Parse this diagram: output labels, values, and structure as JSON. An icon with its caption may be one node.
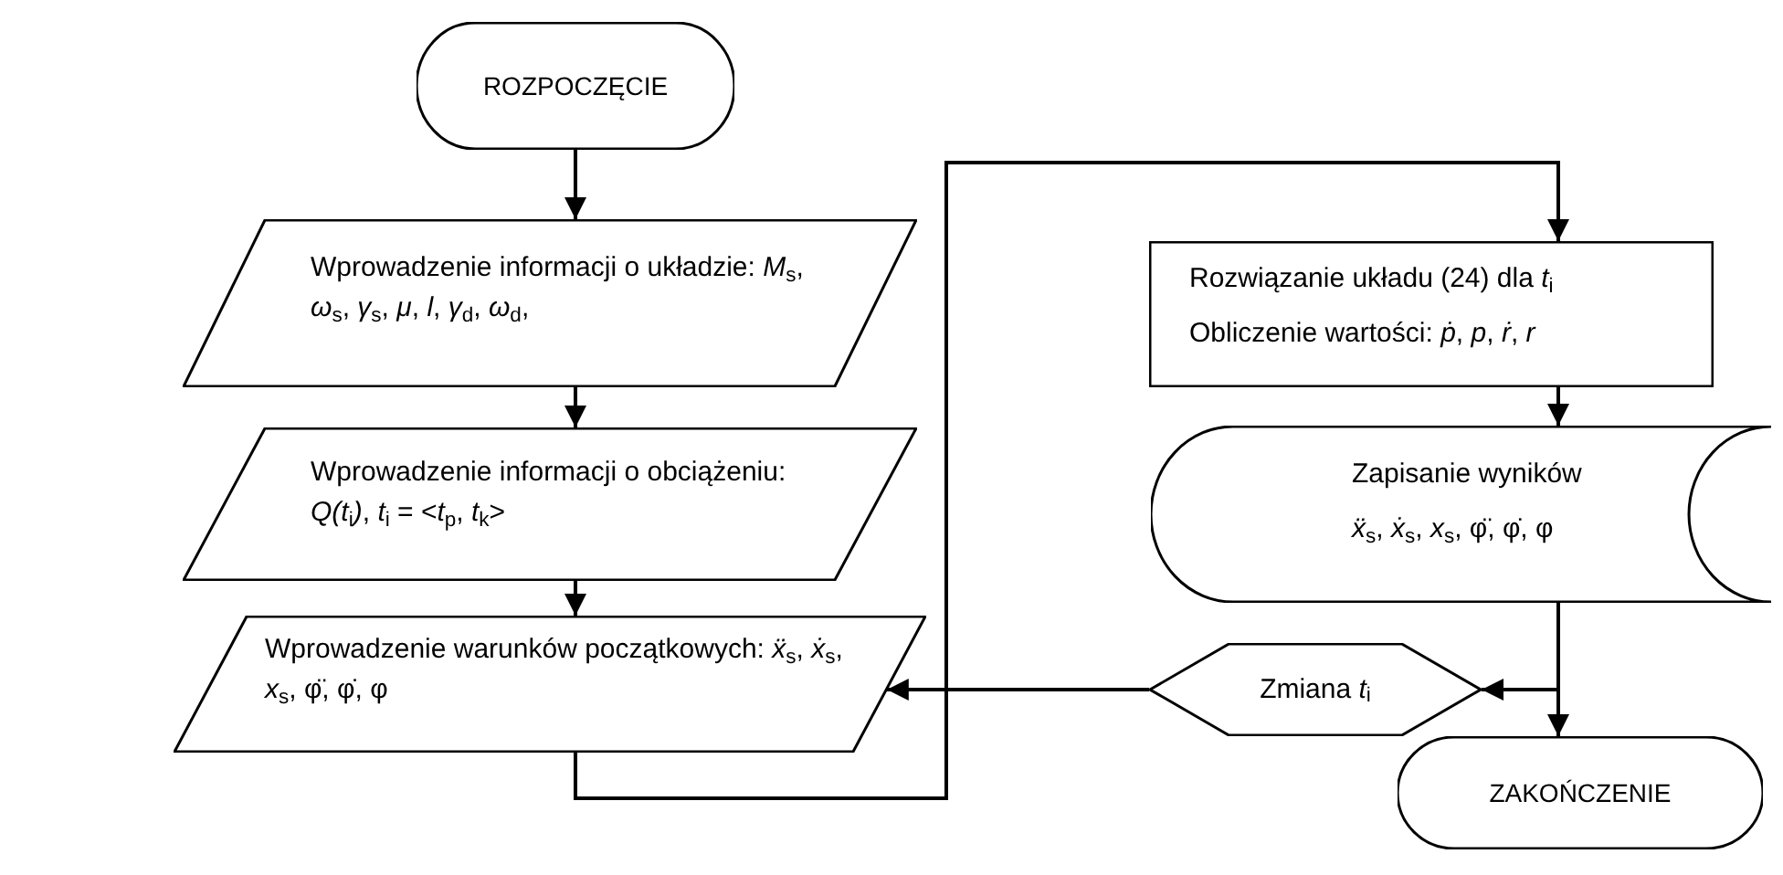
{
  "diagram": {
    "nodes": [
      {
        "text": [
          "ROZPOCZĘCIE"
        ]
      },
      {
        "text": [
          "Wprowadzenie informacji o układzie: *M*$_{s}$, *ω*$_{s}$, *γ*$_{s}$, *μ*, *l*, *γ*$_{d}$, *ω*$_{d}$,"
        ]
      },
      {
        "text": [
          "Wprowadzenie informacji o obciążeniu: *Q(t*$_{i}$*)*, *t*$_{i}$ = <*t*$_{p}$, *t*$_{k}$>"
        ]
      },
      {
        "text": [
          "Wprowadzenie warunków początkowych: *ẍ*$_{s}$, *ẋ*$_{s}$, *x*$_{s}$, φ̈, φ̇, φ"
        ]
      },
      {
        "text": [
          "Rozwiązanie układu (24) dla *t*$_{i}$",
          "Obliczenie wartości: *ṗ*, *p*, *ṙ*, *r*"
        ]
      },
      {
        "text": [
          "Zapisanie wyników",
          "*ẍ*$_{s}$, *ẋ*$_{s}$, *x*$_{s}$, φ̈, φ̇, φ"
        ]
      },
      {
        "text": [
          "Zmiana *t*$_{i}$"
        ]
      },
      {
        "text": [
          "ZAKOŃCZENIE"
        ]
      }
    ],
    "edges": [
      {
        "from": 0,
        "to": 1,
        "arrow": "to"
      },
      {
        "from": 1,
        "to": 2,
        "arrow": "to"
      },
      {
        "from": 2,
        "to": 3,
        "arrow": "to"
      },
      {
        "from": 3,
        "to": 4,
        "arrow": "to"
      },
      {
        "from": 4,
        "to": 5,
        "arrow": "to"
      },
      {
        "from": 5,
        "to": 6,
        "arrow": "to"
      },
      {
        "from": 5,
        "to": 7,
        "arrow": "to"
      },
      {
        "from": 6,
        "to": 3,
        "arrow": "to"
      }
    ]
  }
}
